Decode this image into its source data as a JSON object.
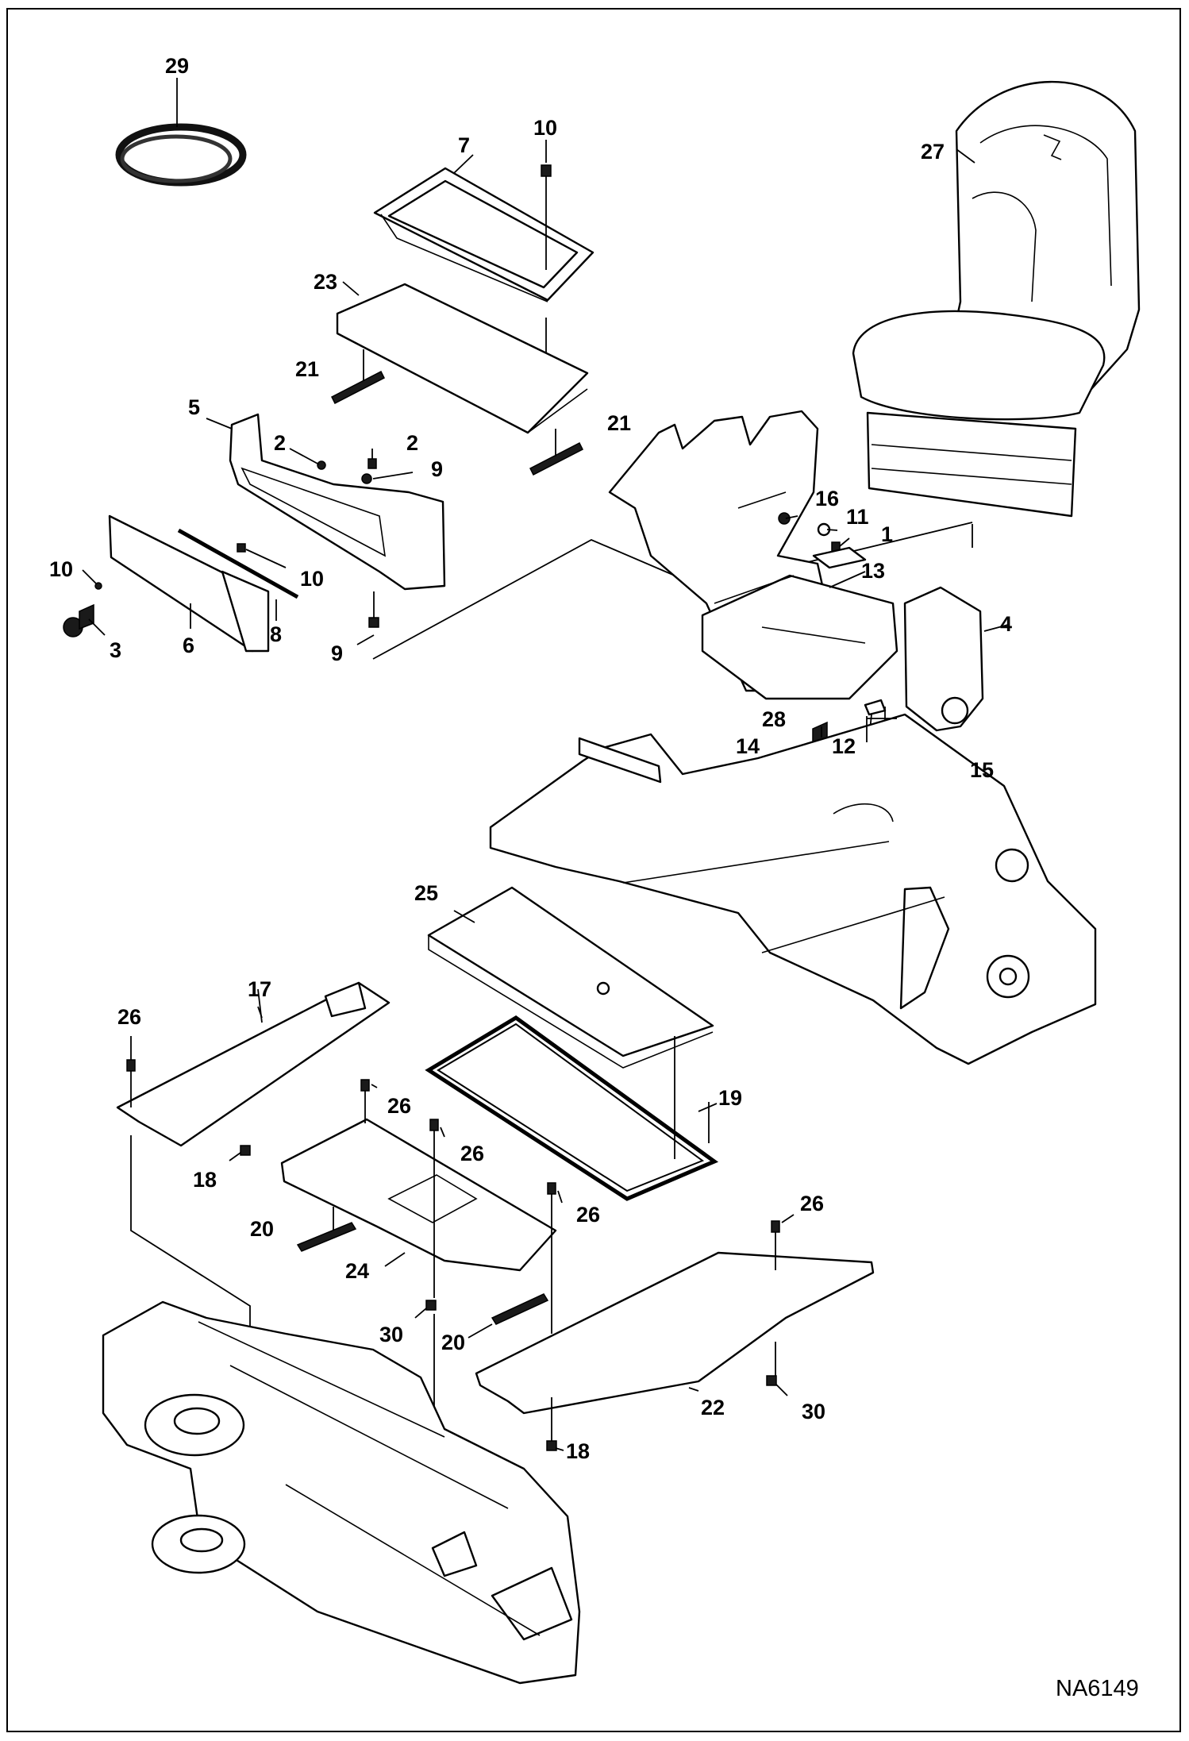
{
  "labels": {
    "l29": "29",
    "l10a": "10",
    "l7": "7",
    "l27": "27",
    "l23": "23",
    "l21a": "21",
    "l21b": "21",
    "l5": "5",
    "l2a": "2",
    "l2b": "2",
    "l9a": "9",
    "l16": "16",
    "l11": "11",
    "l1": "1",
    "l10b": "10",
    "l10c": "10",
    "l13": "13",
    "l4": "4",
    "l3": "3",
    "l6": "6",
    "l8": "8",
    "l9b": "9",
    "l28": "28",
    "l14": "14",
    "l12": "12",
    "l15": "15",
    "l25": "25",
    "l17": "17",
    "l26a": "26",
    "l19": "19",
    "l26b": "26",
    "l26c": "26",
    "l18a": "18",
    "l26d": "26",
    "l26e": "26",
    "l20a": "20",
    "l24": "24",
    "l30a": "30",
    "l20b": "20",
    "l22": "22",
    "l30b": "30",
    "l18b": "18"
  },
  "figure_code": "NA6149"
}
